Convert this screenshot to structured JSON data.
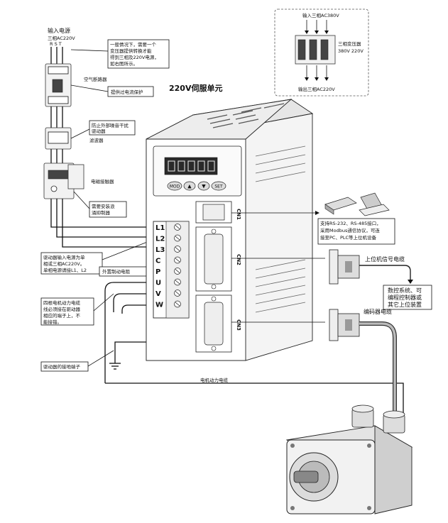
{
  "title": "220V伺服单元",
  "power_input": {
    "title": "输入电源",
    "spec": "三相AC220V",
    "phases": "R  S  T"
  },
  "transformer": {
    "input_label": "输入三相AC380V",
    "device_label_1": "三相变压器",
    "device_label_2": "380V  220V",
    "output_label": "输出三相AC220V"
  },
  "note_transformer": [
    "一般情况下，需要一个",
    "变压器提供转换才能",
    "得到三相及220V电源，",
    "如右图所示。"
  ],
  "breaker": {
    "label": "空气断路器",
    "note": "提供过电流保护"
  },
  "filter": {
    "note": [
      "防止外部噪音干扰",
      "驱动器"
    ],
    "label": "滤波器"
  },
  "contactor": {
    "label": "电磁接触器",
    "note": [
      "需要安装浪",
      "涌抑制器"
    ]
  },
  "note_power_input": [
    "驱动器输入电源为单",
    "相或三相AC220V。",
    "单相电源请接L1、L2"
  ],
  "note_brake": "外置制动电阻",
  "note_motor_power": [
    "四根电机动力电缆",
    "线必须接在驱动器",
    "相应的端子上，不",
    "能接错。"
  ],
  "note_ground": "驱动器的接地端子",
  "terminals": [
    "L1",
    "L2",
    "L3",
    "C",
    "P",
    "U",
    "V",
    "W"
  ],
  "panel_buttons": [
    "MOD",
    "▲",
    "▼",
    "SET"
  ],
  "ports": [
    "CN1",
    "CN2",
    "CN3"
  ],
  "comm_note": [
    "支持RS-232、RS-485接口，",
    "采用Modbus通信协议，可连",
    "接至PC、PLC等上位机设备"
  ],
  "host_cable_label": "上位机信号电缆",
  "host_note": [
    "数控系统、可",
    "编程控制器或",
    "其它上位装置"
  ],
  "encoder_cable_label": "编码器电缆",
  "motor_cable_label": "电机动力电缆"
}
